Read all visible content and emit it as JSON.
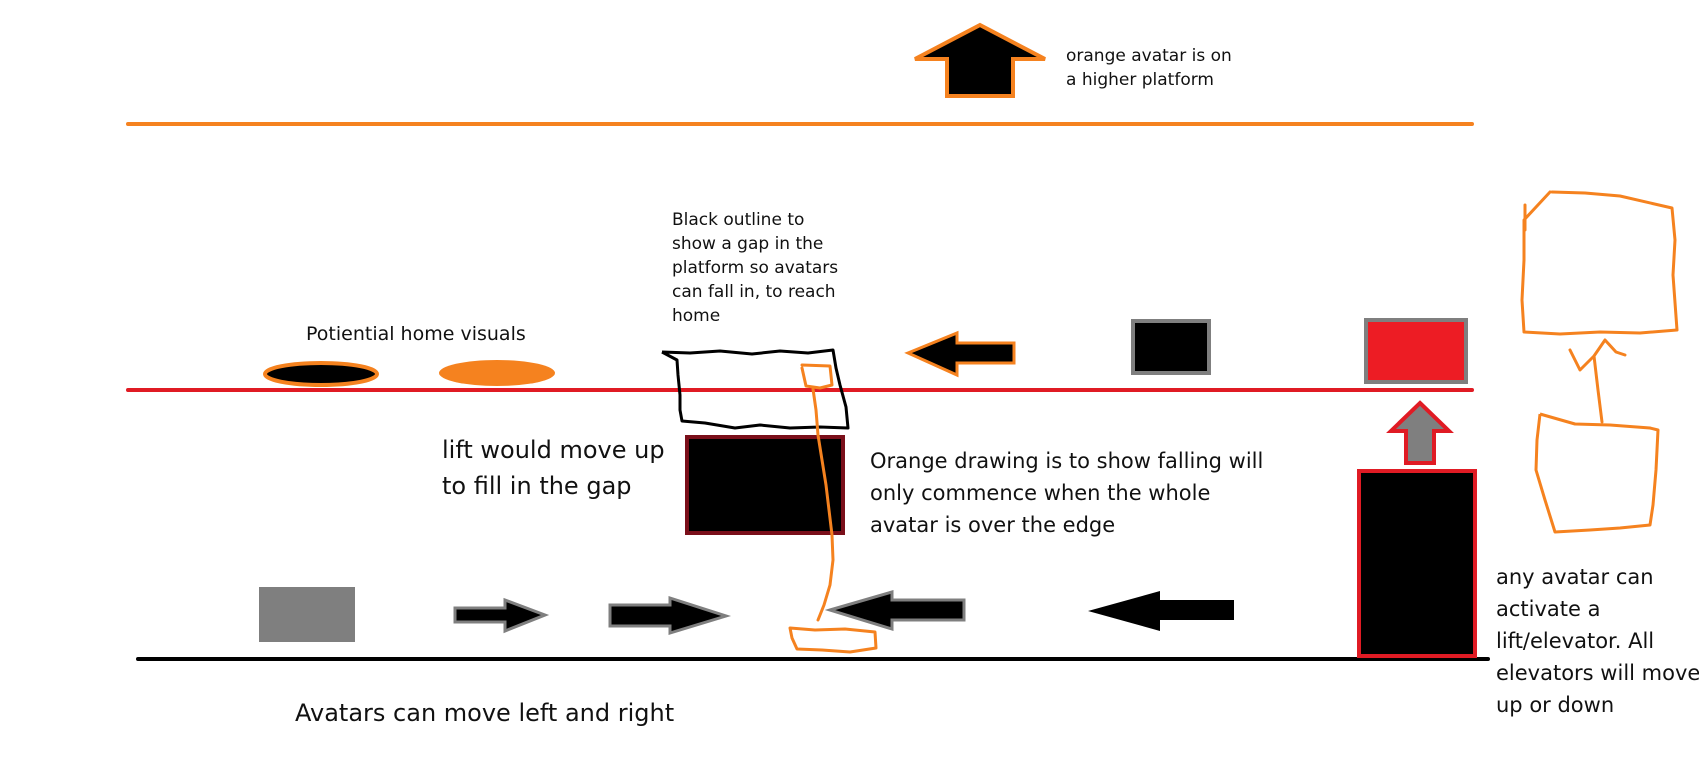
{
  "labels": {
    "higher_platform_line1": "orange avatar is on",
    "higher_platform_line2": "a higher platform",
    "gap_line1": "Black outline to",
    "gap_line2": "show a gap in the",
    "gap_line3": "platform so avatars",
    "gap_line4": "can fall in, to reach",
    "gap_line5": "home",
    "home_visuals": "Potiential home visuals",
    "lift_line1": "lift would move up",
    "lift_line2": "to fill in the gap",
    "falling_line1": "Orange drawing is to show falling will",
    "falling_line2": "only commence when the whole",
    "falling_line3": "avatar is over the edge",
    "elevator_line1": "any avatar can",
    "elevator_line2": "activate a",
    "elevator_line3": "lift/elevator. All",
    "elevator_line4": "elevators will move",
    "elevator_line5": "up or down",
    "move_lr": "Avatars can move left and right"
  },
  "colors": {
    "orange": "#F5821F",
    "red": "#E01B24",
    "black": "#000000",
    "gray": "#7F7F7F",
    "dark_red": "#7A0F1A",
    "bright_red": "#ED1C24"
  }
}
